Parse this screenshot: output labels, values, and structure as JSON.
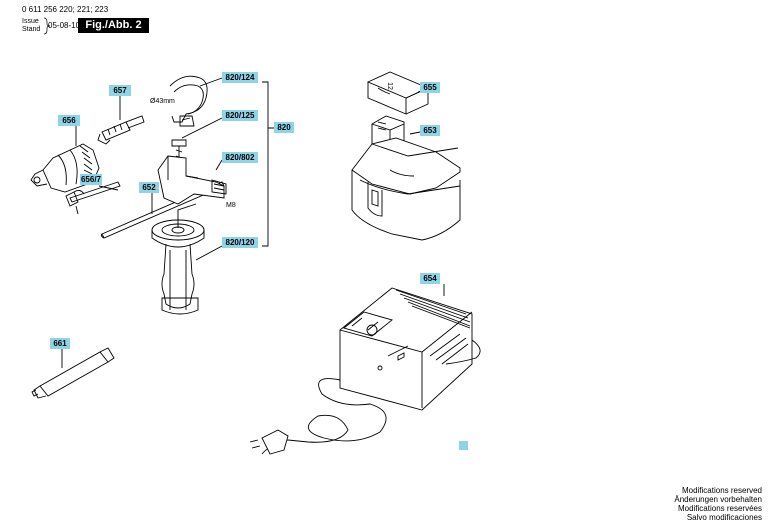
{
  "header": {
    "part_number": "0 611 256 220; 221; 223",
    "issue_label": "Issue",
    "stand_label": "Stand",
    "date": "05-08-10",
    "fig_label": "Fig./Abb. 2"
  },
  "parts": {
    "p656": "656",
    "p657": "657",
    "p656_7": "656/7",
    "p652": "652",
    "p661": "661",
    "p820_124": "820/124",
    "p820_125": "820/125",
    "p820_802": "820/802",
    "p820_120": "820/120",
    "p820": "820",
    "p655": "655",
    "p653": "653",
    "p654": "654"
  },
  "annotations": {
    "diameter": "Ø43mm",
    "thread": "M8",
    "battery_mark": "12"
  },
  "footer": {
    "line1": "Modifications reserved",
    "line2": "Änderungen vorbehalten",
    "line3": "Modifications reservées",
    "line4": "Salvo modificaciones"
  },
  "colors": {
    "label_fill": "#8fd3e6",
    "fig_box": "#000000"
  }
}
